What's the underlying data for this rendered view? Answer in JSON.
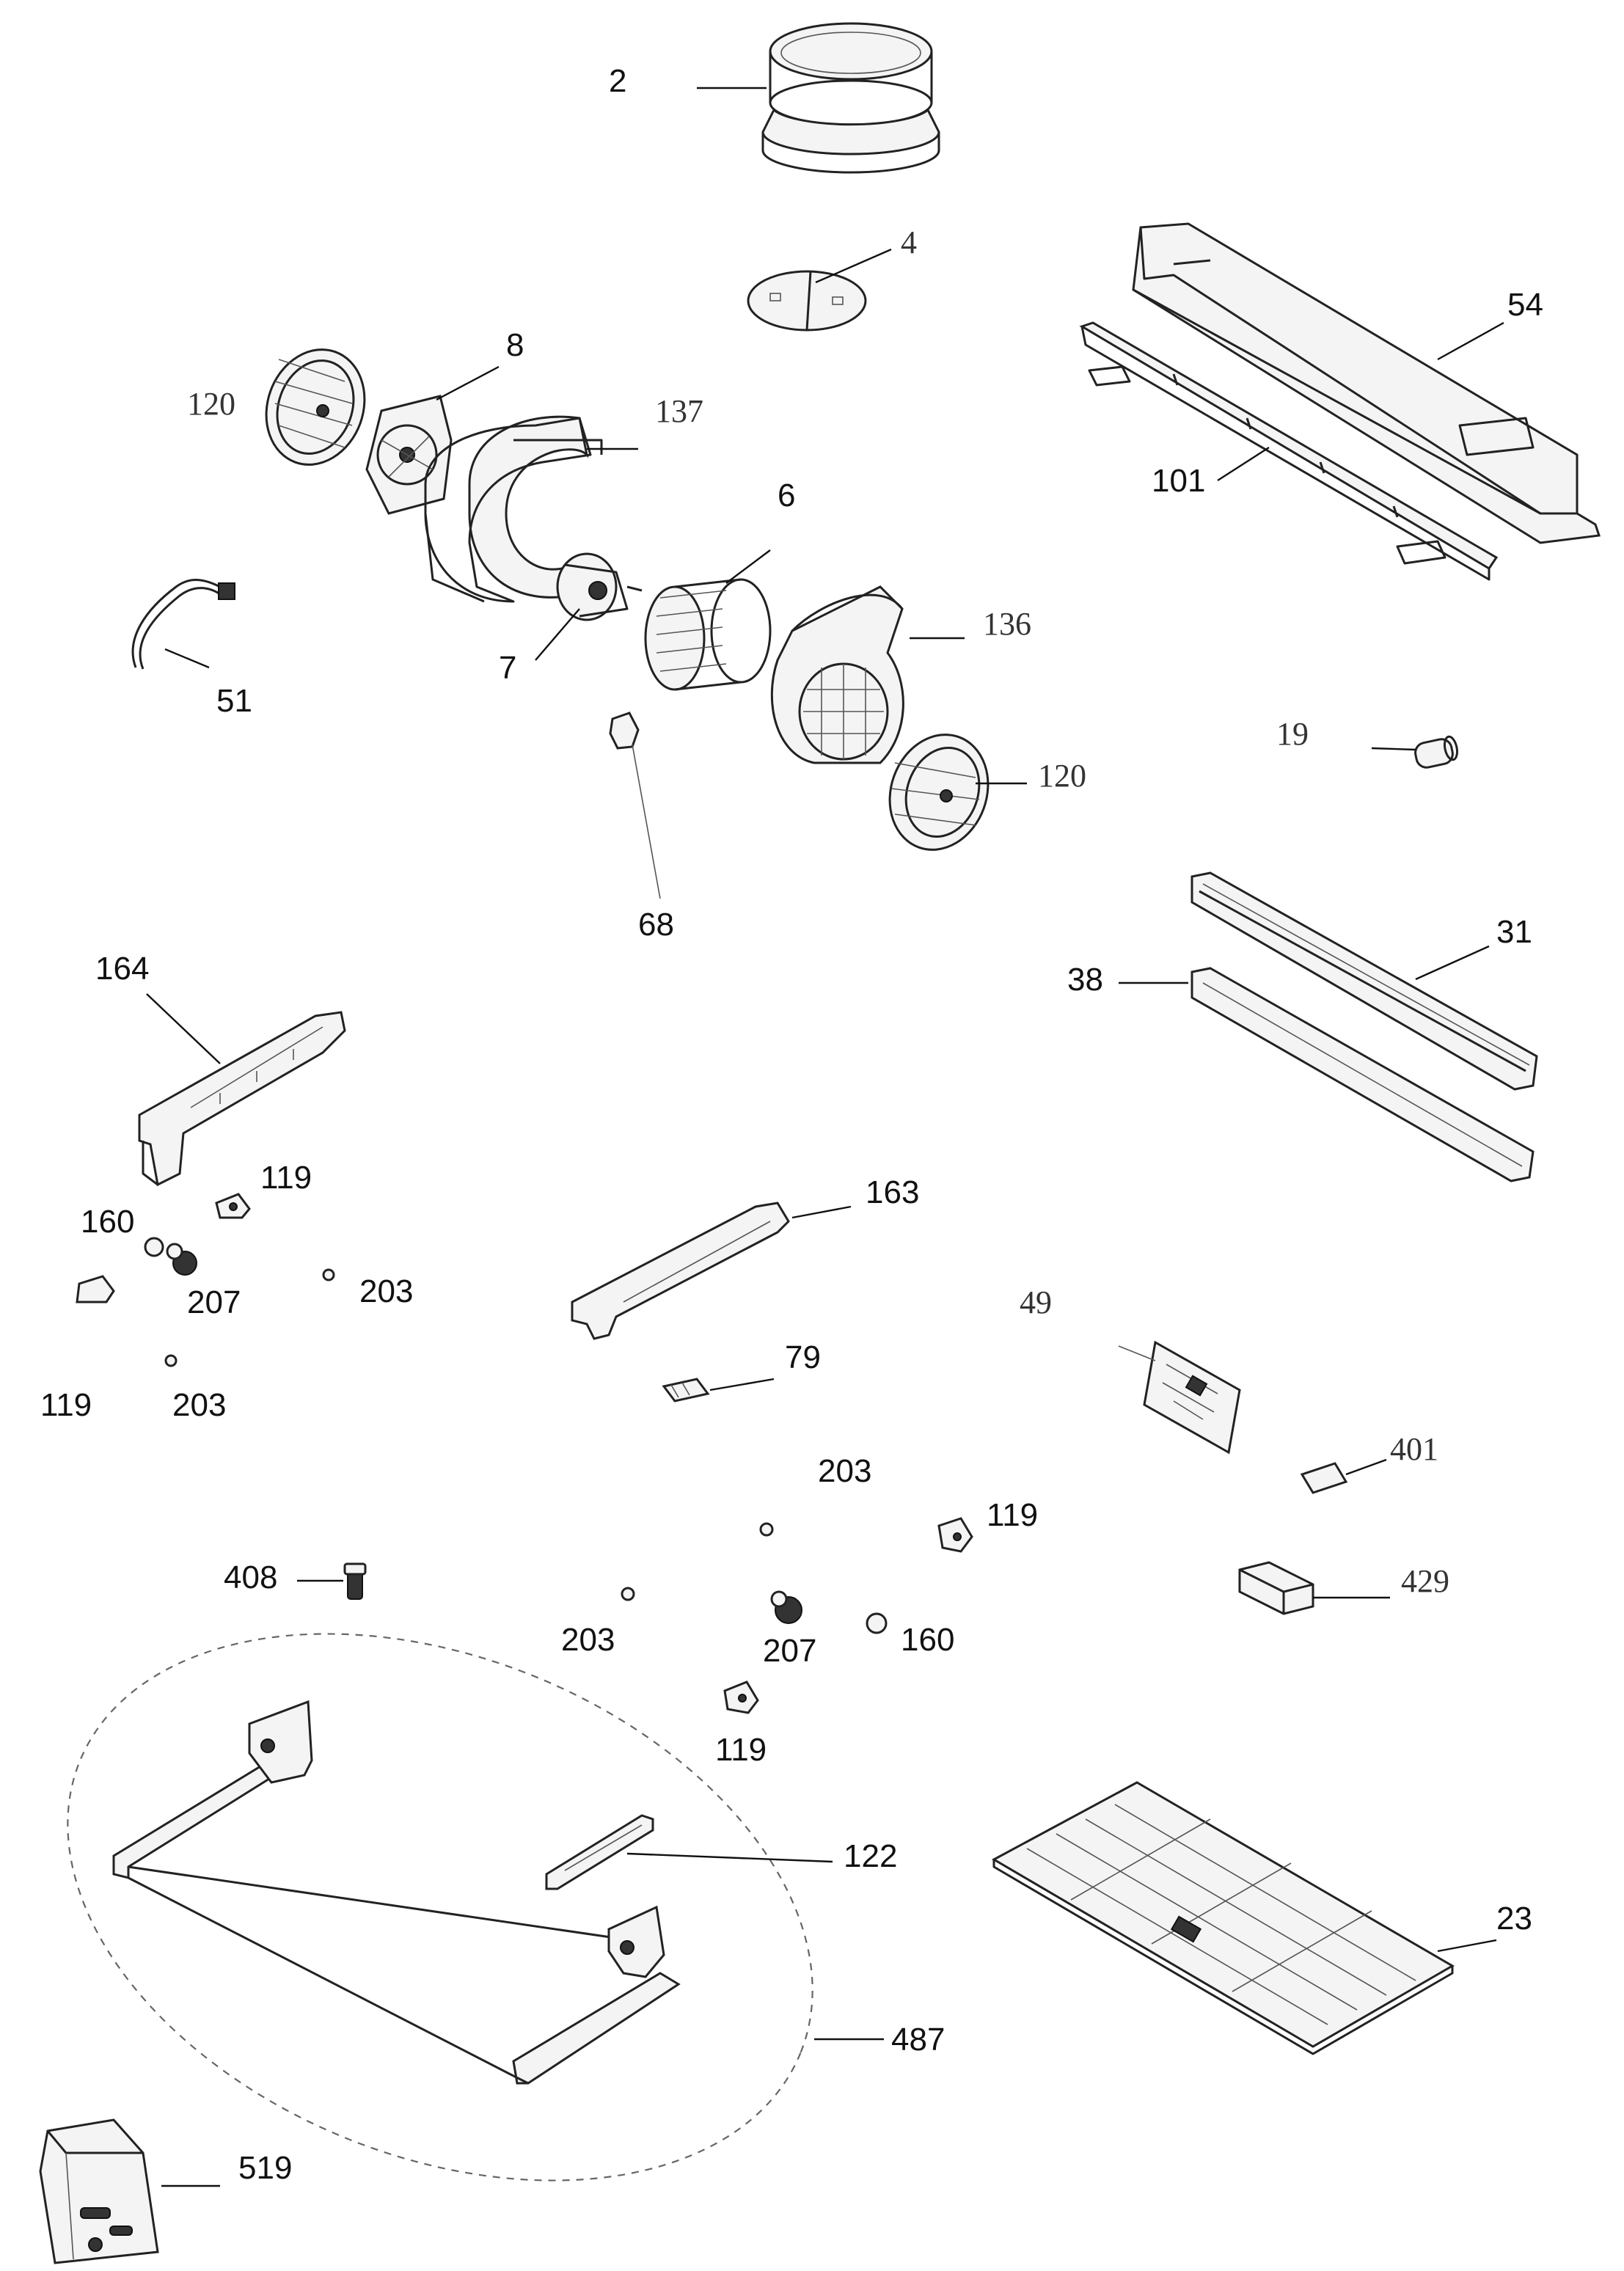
{
  "labels": {
    "p2": "2",
    "p4": "4",
    "p54": "54",
    "p8": "8",
    "p120a": "120",
    "p137": "137",
    "p101": "101",
    "p6": "6",
    "p136": "136",
    "p7": "7",
    "p51": "51",
    "p19": "19",
    "p120b": "120",
    "p68": "68",
    "p164": "164",
    "p31": "31",
    "p38": "38",
    "p119a": "119",
    "p163": "163",
    "p160a": "160",
    "p207a": "207",
    "p203a": "203",
    "p49": "49",
    "p119b": "119",
    "p203b": "203",
    "p79": "79",
    "p401": "401",
    "p203c": "203",
    "p119c": "119",
    "p408": "408",
    "p429": "429",
    "p203d": "203",
    "p207b": "207",
    "p160b": "160",
    "p119d": "119",
    "p122": "122",
    "p23": "23",
    "p487": "487",
    "p519": "519"
  }
}
